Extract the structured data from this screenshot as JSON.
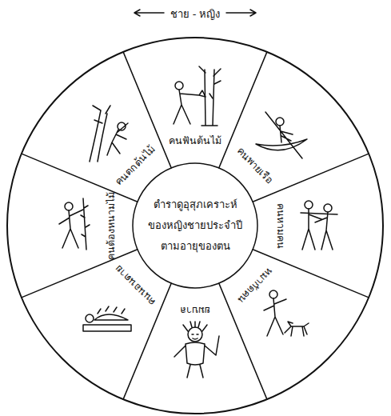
{
  "diagram": {
    "nodes": [
      {
        "text": [
          "ตำราดูอุสุภเคราะห์ ของหญิงชายประจำปี ตามอายุของตน"
        ]
      },
      {
        "text": [
          "คนฟันต้นไม้"
        ]
      },
      {
        "text": [
          "คนพายเรือ"
        ]
      },
      {
        "text": [
          "คนหามคน"
        ]
      },
      {
        "text": [
          "หมากัดคน"
        ]
      },
      {
        "text": [
          "ยมบาล"
        ]
      },
      {
        "text": [
          "คนนอนตาย"
        ]
      },
      {
        "text": [
          "คนต้องหนามไม้"
        ]
      },
      {
        "text": [
          "คนตกต้นไม้"
        ]
      }
    ],
    "labels": [
      "ชาย - หญิง"
    ]
  }
}
